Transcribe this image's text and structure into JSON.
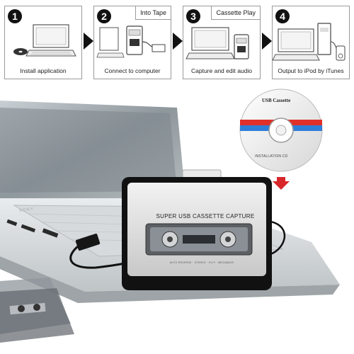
{
  "steps": [
    {
      "number": "1",
      "caption": "Install application",
      "tag": ""
    },
    {
      "number": "2",
      "caption": "Connect to computer",
      "tag": "Into Tape"
    },
    {
      "number": "3",
      "caption": "Capture and edit audio",
      "tag": "Cassette Play"
    },
    {
      "number": "4",
      "caption": "Output to iPod by iTunes",
      "tag": ""
    }
  ],
  "disc": {
    "label": "USB Cassette",
    "small_text": "INSTALLATION CD"
  },
  "laptop": {
    "brand": "SONY"
  },
  "device": {
    "title": "SUPER USB CASSETTE CAPTURE",
    "footer": "AUTO REVERSE · STEREO · HI-FI · MEGABASS"
  },
  "colors": {
    "stripe_red": "#e0302a",
    "stripe_blue": "#2f7fd8",
    "arrow_red": "#d8262a",
    "device_silver": "#d5d5d5"
  }
}
